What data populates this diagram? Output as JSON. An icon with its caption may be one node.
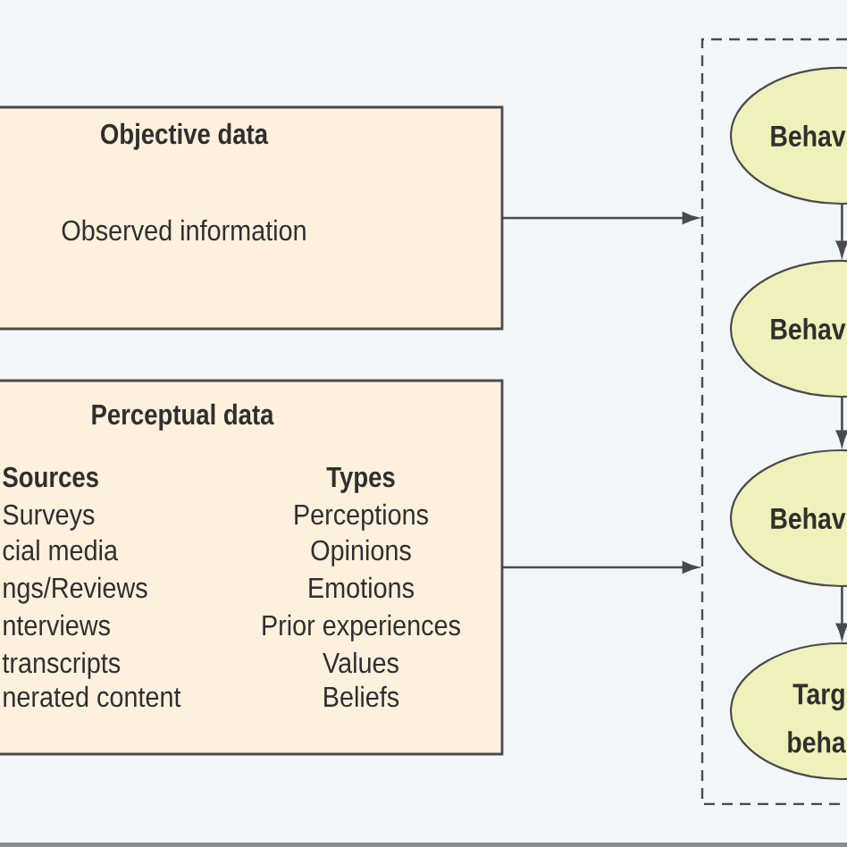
{
  "diagram": {
    "nodes": [
      {
        "text": [
          "Objective data",
          "Observed information"
        ]
      },
      {
        "text": [
          "Perceptual data",
          "Sources",
          "Surveys",
          "cial media",
          "ngs/Reviews",
          "nterviews",
          "transcripts",
          "nerated content",
          "Types",
          "Perceptions",
          "Opinions",
          "Emotions",
          "Prior experiences",
          "Values",
          "Beliefs"
        ]
      },
      {
        "text": [],
        "shape": "box"
      },
      {
        "text": [
          "Behav"
        ],
        "in": 2
      },
      {
        "text": [
          "Behav"
        ],
        "in": 2
      },
      {
        "text": [
          "Behav"
        ],
        "in": 2
      },
      {
        "text": [
          "Targ beha"
        ],
        "in": 2
      }
    ],
    "edges": [
      {
        "from": 0,
        "to": 2,
        "arrow": "to"
      },
      {
        "from": 1,
        "to": 2,
        "arrow": "to"
      },
      {
        "from": 3,
        "to": 4,
        "arrow": "to"
      },
      {
        "from": 4,
        "to": 5,
        "arrow": "to"
      },
      {
        "from": 5,
        "to": 6,
        "arrow": "to"
      }
    ]
  }
}
